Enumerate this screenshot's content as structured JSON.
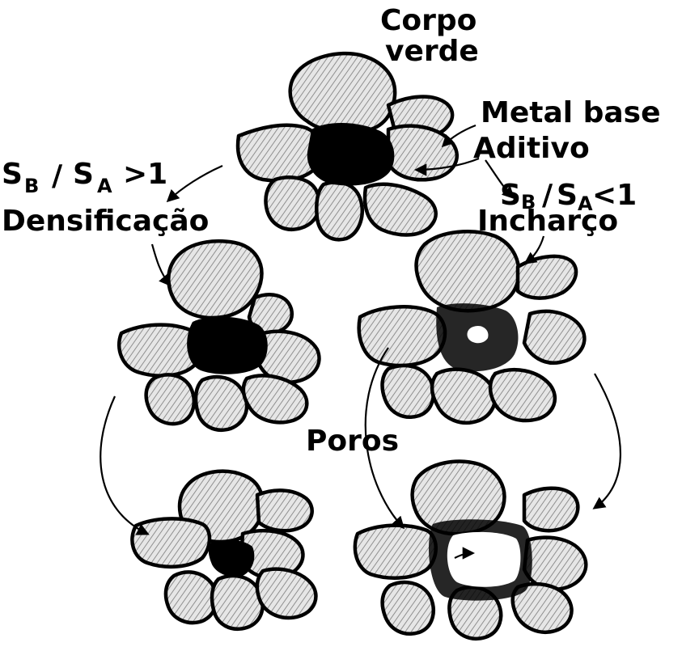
{
  "labels": {
    "green_body_line1": "Corpo",
    "green_body_line2": "verde",
    "base_metal": "Metal base",
    "additive": "Aditivo",
    "left_ratio_S": "S",
    "left_ratio_B": "B",
    "left_ratio_slash": "/",
    "left_ratio_S2": "S",
    "left_ratio_A": "A",
    "left_ratio_op": ">1",
    "densification": "Densificação",
    "right_ratio_S": "S",
    "right_ratio_B": "B",
    "right_ratio_slash": "/",
    "right_ratio_S2": "S",
    "right_ratio_A": "A",
    "right_ratio_op": "<1",
    "swelling": "Incharço",
    "pores": "Poros"
  },
  "colors": {
    "particle_fill": "#d9d9d9",
    "additive_fill": "#000000",
    "ink": "#000000",
    "background": "#ffffff"
  }
}
